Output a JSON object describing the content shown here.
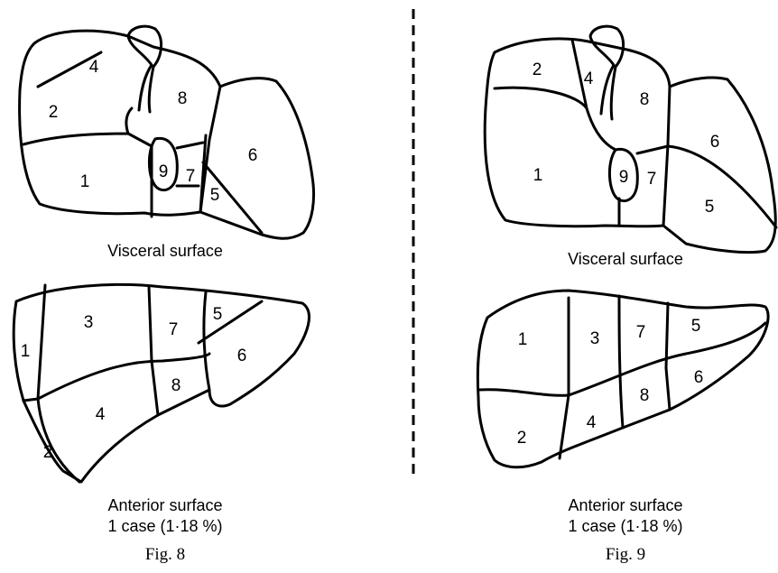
{
  "fig8": {
    "visceral_caption": "Visceral surface",
    "anterior_caption": "Anterior surface",
    "case_caption": "1 case (1·18 %)",
    "figure_label": "Fig. 8",
    "visceral_segments": [
      "4",
      "8",
      "2",
      "6",
      "1",
      "9",
      "7",
      "5"
    ],
    "anterior_segments": [
      "3",
      "7",
      "5",
      "1",
      "6",
      "8",
      "4",
      "2"
    ]
  },
  "fig9": {
    "visceral_caption": "Visceral surface",
    "anterior_caption": "Anterior surface",
    "case_caption": "1 case (1·18 %)",
    "figure_label": "Fig. 9",
    "visceral_segments": [
      "2",
      "4",
      "8",
      "6",
      "1",
      "9",
      "7",
      "5"
    ],
    "anterior_segments": [
      "1",
      "3",
      "7",
      "5",
      "6",
      "8",
      "2",
      "4"
    ]
  }
}
